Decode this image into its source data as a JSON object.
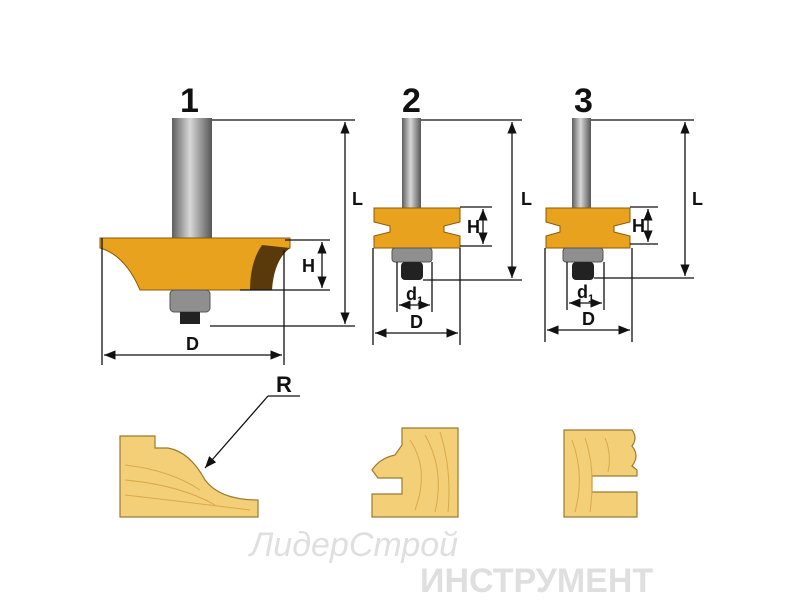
{
  "bits": [
    {
      "number": "1",
      "labels": {
        "length": "L",
        "height": "H",
        "diameter": "D"
      },
      "profile_label": "R"
    },
    {
      "number": "2",
      "labels": {
        "length": "L",
        "height": "H",
        "diameter": "D",
        "bearing_diameter": "d",
        "bearing_sub": "1"
      }
    },
    {
      "number": "3",
      "labels": {
        "length": "L",
        "height": "H",
        "diameter": "D",
        "bearing_diameter": "d",
        "bearing_sub": "1"
      }
    }
  ],
  "watermark": {
    "line1": "ЛидерСтрой",
    "line2": "ИНСТРУМЕНТ"
  },
  "colors": {
    "cutter": "#e8a21e",
    "wood": "#f3cf78",
    "metal": "#8f8f8f"
  }
}
